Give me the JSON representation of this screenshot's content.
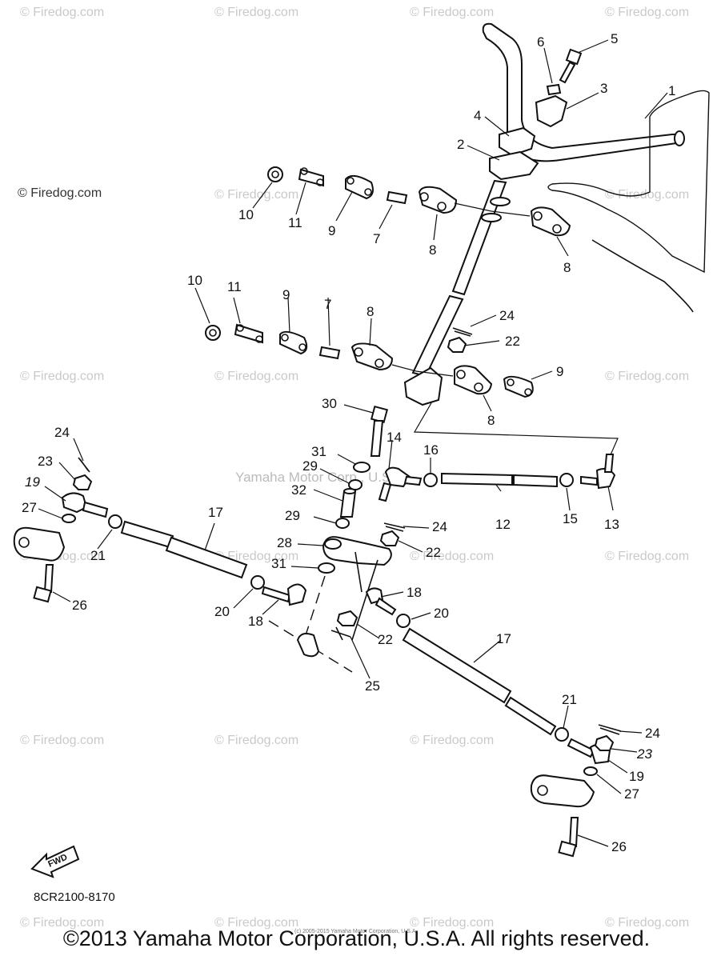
{
  "watermark": "© Firedog.com",
  "center_watermark": "Yamaha Motor Corp., U.S.A.",
  "diagram_code": "8CR2100-8170",
  "fwd_label": "FWD",
  "copyright": "©2013 Yamaha Motor Corporation, U.S.A. All rights reserved.",
  "tiny_notice": "(c) 2005-2015 Yamaha Motor Corporation, U.S.A.",
  "callouts": [
    "1",
    "2",
    "3",
    "4",
    "5",
    "6",
    "7",
    "8",
    "9",
    "10",
    "11",
    "12",
    "13",
    "14",
    "15",
    "16",
    "17",
    "18",
    "19",
    "20",
    "21",
    "22",
    "23",
    "24",
    "25",
    "26",
    "27",
    "28",
    "29",
    "30",
    "31",
    "32"
  ]
}
